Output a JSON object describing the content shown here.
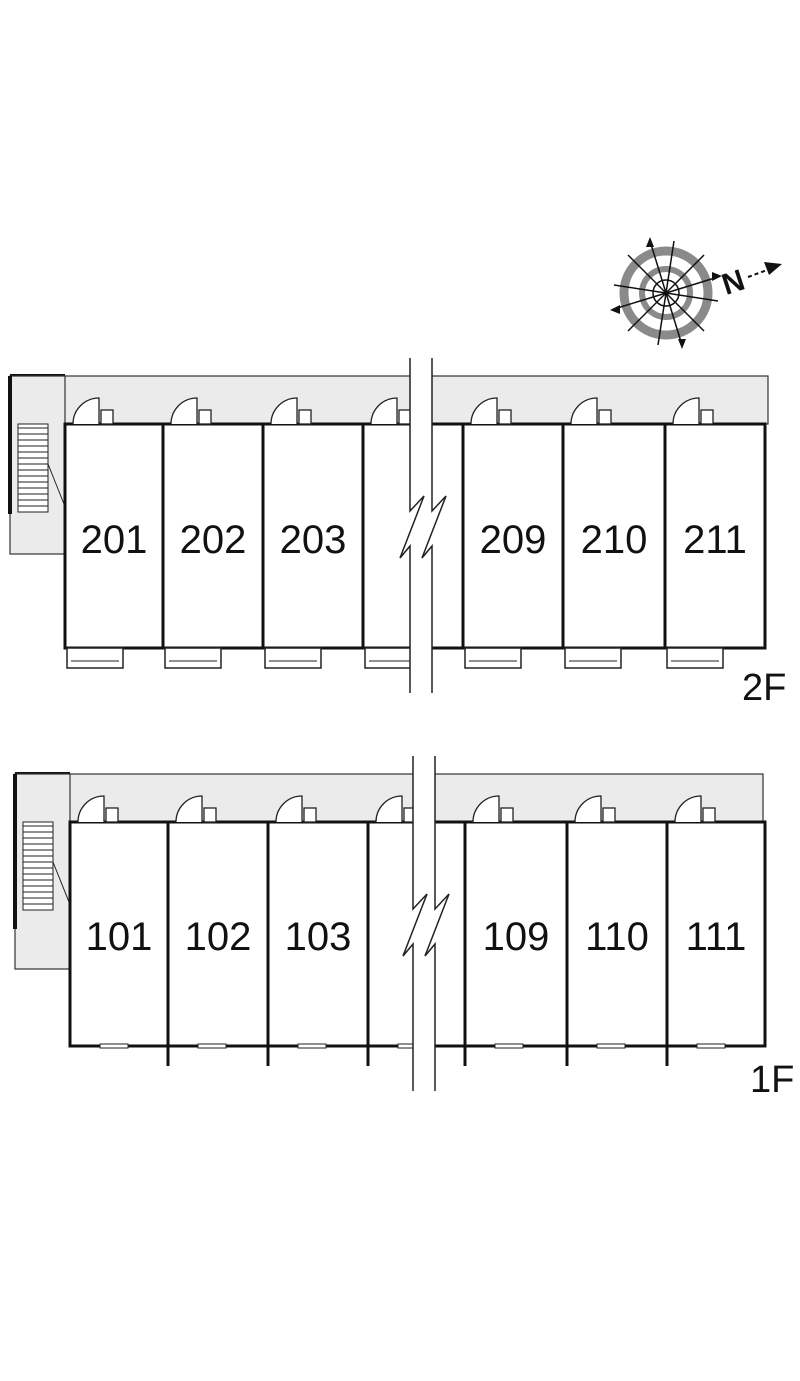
{
  "compass": {
    "icon": "compass-rose-icon",
    "north_label": "N"
  },
  "floors": [
    {
      "id": "2F",
      "label": "2F",
      "rooms": [
        {
          "id": "201",
          "label": "201"
        },
        {
          "id": "202",
          "label": "202"
        },
        {
          "id": "203",
          "label": "203"
        },
        {
          "id": "omitted",
          "label": ""
        },
        {
          "id": "209",
          "label": "209"
        },
        {
          "id": "210",
          "label": "210"
        },
        {
          "id": "211",
          "label": "211"
        }
      ]
    },
    {
      "id": "1F",
      "label": "1F",
      "rooms": [
        {
          "id": "101",
          "label": "101"
        },
        {
          "id": "102",
          "label": "102"
        },
        {
          "id": "103",
          "label": "103"
        },
        {
          "id": "omitted",
          "label": ""
        },
        {
          "id": "109",
          "label": "109"
        },
        {
          "id": "110",
          "label": "110"
        },
        {
          "id": "111",
          "label": "111"
        }
      ]
    }
  ],
  "colors": {
    "corridor": "#ebebeb",
    "wall": "#111111",
    "compass_ring": "#8a8a8a"
  }
}
